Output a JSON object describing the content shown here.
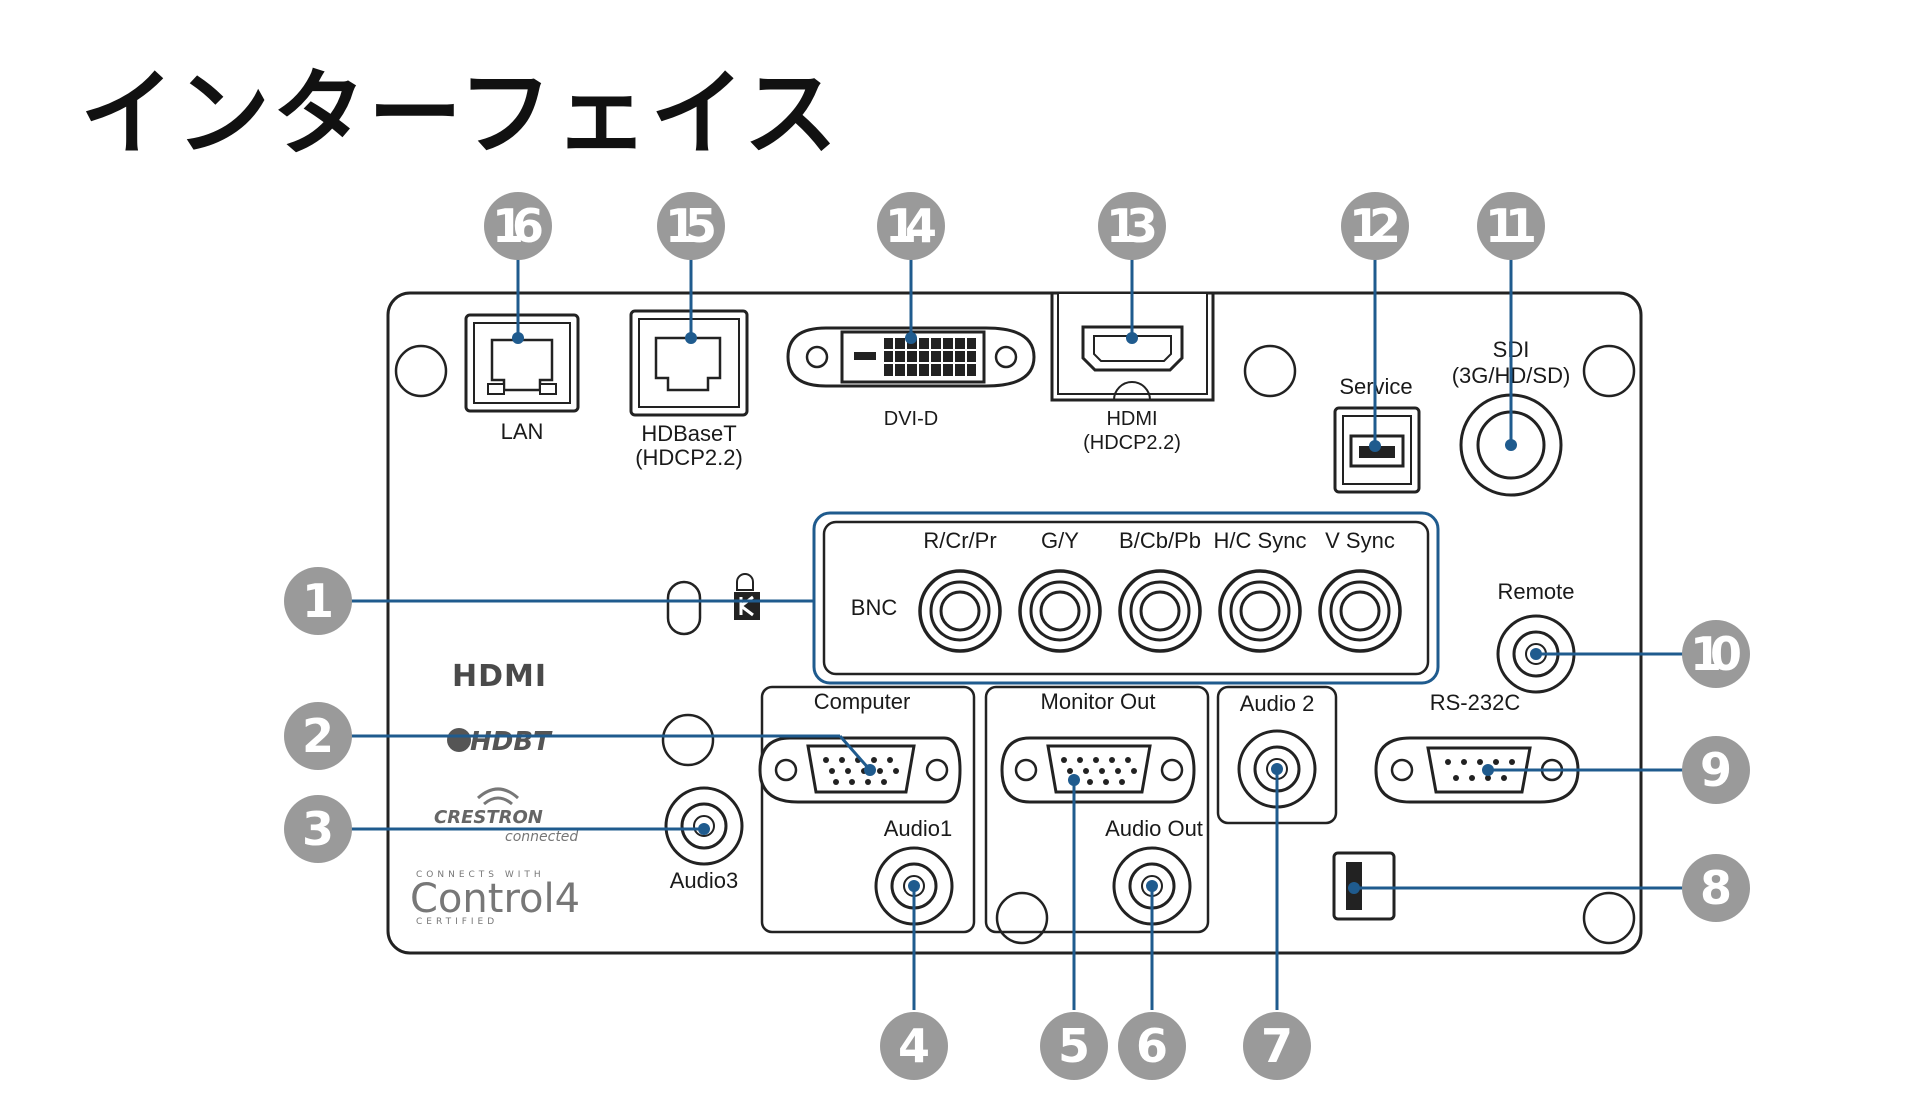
{
  "title": "インターフェイス",
  "ports": {
    "lan": "LAN",
    "hdbaset": "HDBaseT",
    "hdbaset_sub": "(HDCP2.2)",
    "dvid": "DVI-D",
    "hdmi": "HDMI",
    "hdmi_sub": "(HDCP2.2)",
    "service": "Service",
    "sdi": "SDI",
    "sdi_sub": "(3G/HD/SD)",
    "bnc": "BNC",
    "bnc_channels": [
      "R/Cr/Pr",
      "G/Y",
      "B/Cb/Pb",
      "H/C Sync",
      "V Sync"
    ],
    "remote": "Remote",
    "computer": "Computer",
    "monitor_out": "Monitor Out",
    "audio2": "Audio 2",
    "rs232c": "RS-232C",
    "audio1": "Audio1",
    "audio_out": "Audio Out",
    "audio3": "Audio3"
  },
  "logos": {
    "hdmi": "HDMI",
    "hdbaset": "HDBT",
    "crestron": "CRESTRON",
    "crestron_sub": "connected",
    "control4_top": "CONNECTS WITH",
    "control4": "Control4",
    "control4_bottom": "CERTIFIED"
  },
  "callouts": [
    "1",
    "2",
    "3",
    "4",
    "5",
    "6",
    "7",
    "8",
    "9",
    "10",
    "11",
    "12",
    "13",
    "14",
    "15",
    "16"
  ],
  "colors": {
    "callout_fill": "#9a9a9a",
    "leader_line": "#1f5b8e",
    "panel_stroke": "#222222"
  }
}
